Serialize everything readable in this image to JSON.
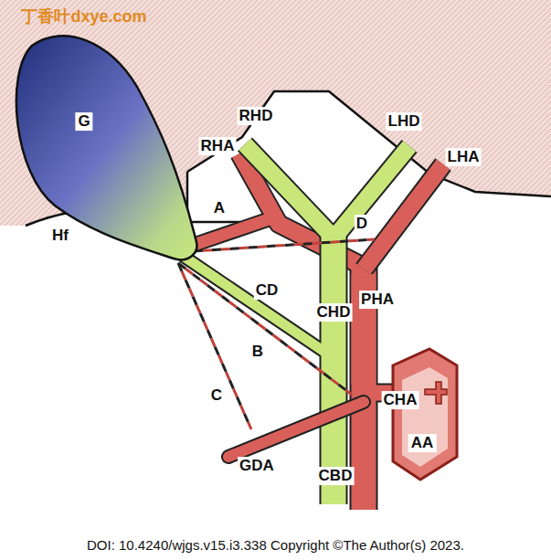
{
  "diagram": {
    "caption": "DOI: 10.4240/wjgs.v15.i3.338 Copyright ©The Author(s) 2023.",
    "nodes": [
      {
        "text": [
          "G"
        ]
      },
      {
        "text": [
          "AA"
        ]
      }
    ],
    "labels": [
      "丁香叶dxye.com",
      "RHD",
      "LHD",
      "RHA",
      "LHA",
      "A",
      "D",
      "CD",
      "CHD",
      "PHA",
      "B",
      "C",
      "CHA",
      "GDA",
      "CBD",
      "Hf"
    ]
  }
}
